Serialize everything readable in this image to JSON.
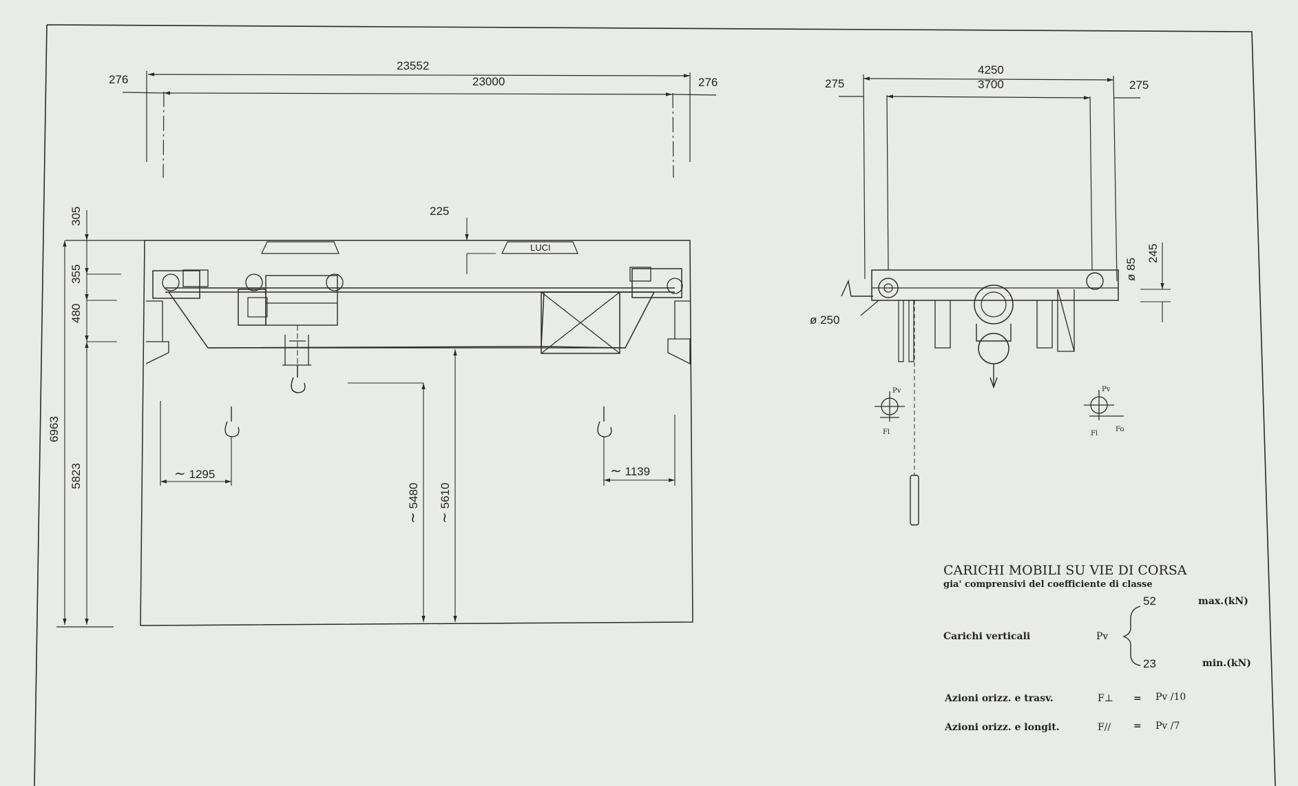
{
  "front_view": {
    "dims": {
      "overall": "23552",
      "span": "23000",
      "left_offset": "276",
      "right_offset": "276",
      "top_gap": "225",
      "h305": "305",
      "h355": "355",
      "h480": "480",
      "total_height": "6963",
      "rail_height": "5823",
      "hook_left": "1295",
      "hook_right": "1139",
      "hook_height": "5480",
      "beam_height": "5610"
    },
    "luci_label": "LUCI"
  },
  "side_view": {
    "dims": {
      "overall": "4250",
      "gauge": "3700",
      "left_offset": "275",
      "right_offset": "275",
      "wheel_dia": "ø 250",
      "d85": "ø 85",
      "d245": "245"
    },
    "symbols": {
      "pv": "Pv",
      "fl": "Fl",
      "fo": "Fo"
    }
  },
  "loads": {
    "title": "CARICHI MOBILI SU VIE DI CORSA",
    "subtitle": "gia' comprensivi del coefficiente di classe",
    "vertical_label": "Carichi verticali",
    "vertical_symbol": "Pv",
    "max_value": "52",
    "max_unit": "max.(kN)",
    "min_value": "23",
    "min_unit": "min.(kN)",
    "transverse_label": "Azioni orizz. e trasv.",
    "transverse_symbol": "F⊥",
    "transverse_eq": "=",
    "transverse_formula": "Pv /10",
    "longitudinal_label": "Azioni orizz. e longit.",
    "longitudinal_symbol": "F//",
    "longitudinal_eq": "=",
    "longitudinal_formula": "Pv /7"
  }
}
